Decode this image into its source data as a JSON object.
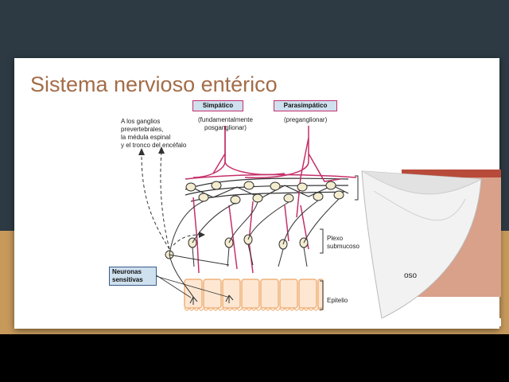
{
  "slide": {
    "title": "Sistema nervioso entérico"
  },
  "diagram": {
    "simpatico_label": "Simpático",
    "simpatico_note_1": "(fundamentalmente",
    "simpatico_note_2": "posganglionar)",
    "parasimpatico_label": "Parasimpático",
    "parasimpatico_note": "(preganglionar)",
    "ganglios_1": "A los ganglios",
    "ganglios_2": "prevertebrales,",
    "ganglios_3": "la médula espinal",
    "ganglios_4": "y el tronco del encéfalo",
    "plexo_1": "Plexo",
    "plexo_2": "submucoso",
    "epitelio": "Epitelio",
    "neuronas_1": "Neuronas",
    "neuronas_2": "sensitivas"
  },
  "next_slide_peek": {
    "partial_text": "oso"
  },
  "colors": {
    "title": "#a36c48",
    "nerve": "#c4306a",
    "epithelium": "#f0b27a",
    "background_dark": "#2d3a44",
    "background_tan": "#c79a5c"
  },
  "icons": [
    "page-curl-transition-icon"
  ]
}
